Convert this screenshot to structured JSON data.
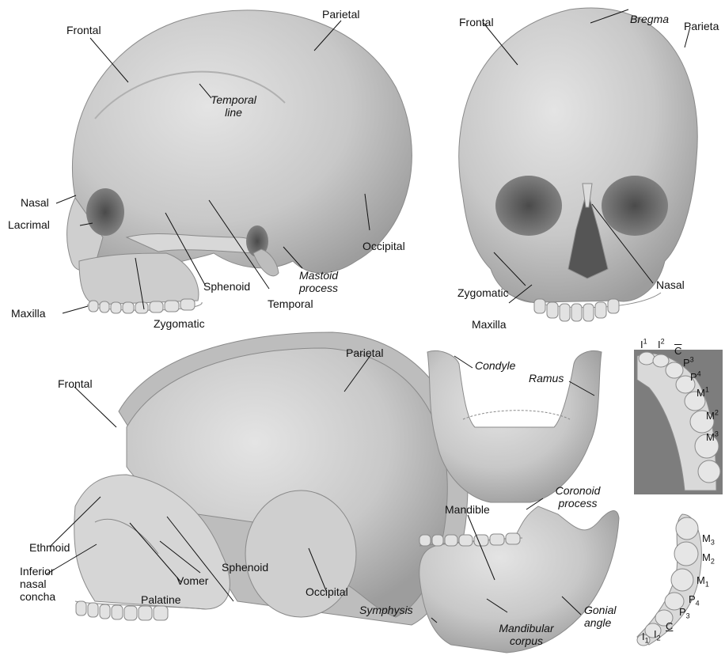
{
  "colors": {
    "bone": "#c9c9c9",
    "bone_light": "#dddddd",
    "bone_dark": "#9a9a9a",
    "line": "#111111",
    "cranium_cut": "#b5b5b5"
  },
  "panel_lateral": {
    "frontal": "Frontal",
    "parietal": "Parietal",
    "temporal_line_1": "Temporal",
    "temporal_line_2": "line",
    "nasal": "Nasal",
    "lacrimal": "Lacrimal",
    "occipital": "Occipital",
    "mastoid_1": "Mastoid",
    "mastoid_2": "process",
    "sphenoid": "Sphenoid",
    "temporal": "Temporal",
    "maxilla": "Maxilla",
    "zygomatic": "Zygomatic"
  },
  "panel_frontal": {
    "frontal": "Frontal",
    "bregma": "Bregma",
    "parietal": "Parieta",
    "zygomatic": "Zygomatic",
    "nasal": "Nasal",
    "maxilla": "Maxilla"
  },
  "panel_sagittal": {
    "parietal": "Parietal",
    "frontal": "Frontal",
    "ethmoid": "Ethmoid",
    "inferior_1": "Inferior",
    "inferior_2": "nasal",
    "inferior_3": "concha",
    "sphenoid": "Sphenoid",
    "vomer": "Vomer",
    "palatine": "Palatine",
    "occipital": "Occipital"
  },
  "panel_mandible_front": {
    "condyle": "Condyle",
    "ramus": "Ramus"
  },
  "panel_mandible_lateral": {
    "coronoid_1": "Coronoid",
    "coronoid_2": "process",
    "mandible": "Mandible",
    "symphysis": "Symphysis",
    "gonial_1": "Gonial",
    "gonial_2": "angle",
    "corpus_1": "Mandibular",
    "corpus_2": "corpus"
  },
  "panel_upper_teeth": {
    "I1": {
      "base": "I",
      "sup": "1"
    },
    "I2": {
      "base": "I",
      "sup": "2"
    },
    "C": "C",
    "P3": {
      "base": "P",
      "sup": "3"
    },
    "P4": {
      "base": "P",
      "sup": "4"
    },
    "M1": {
      "base": "M",
      "sup": "1"
    },
    "M2": {
      "base": "M",
      "sup": "2"
    },
    "M3": {
      "base": "M",
      "sup": "3"
    }
  },
  "panel_lower_teeth": {
    "M3": {
      "base": "M",
      "sub": "3"
    },
    "M2": {
      "base": "M",
      "sub": "2"
    },
    "M1": {
      "base": "M",
      "sub": "1"
    },
    "P4": {
      "base": "P",
      "sub": "4"
    },
    "P3": {
      "base": "P",
      "sub": "3"
    },
    "C": "C",
    "I2": {
      "base": "I",
      "sub": "2"
    },
    "I1": {
      "base": "I",
      "sub": "1"
    }
  }
}
